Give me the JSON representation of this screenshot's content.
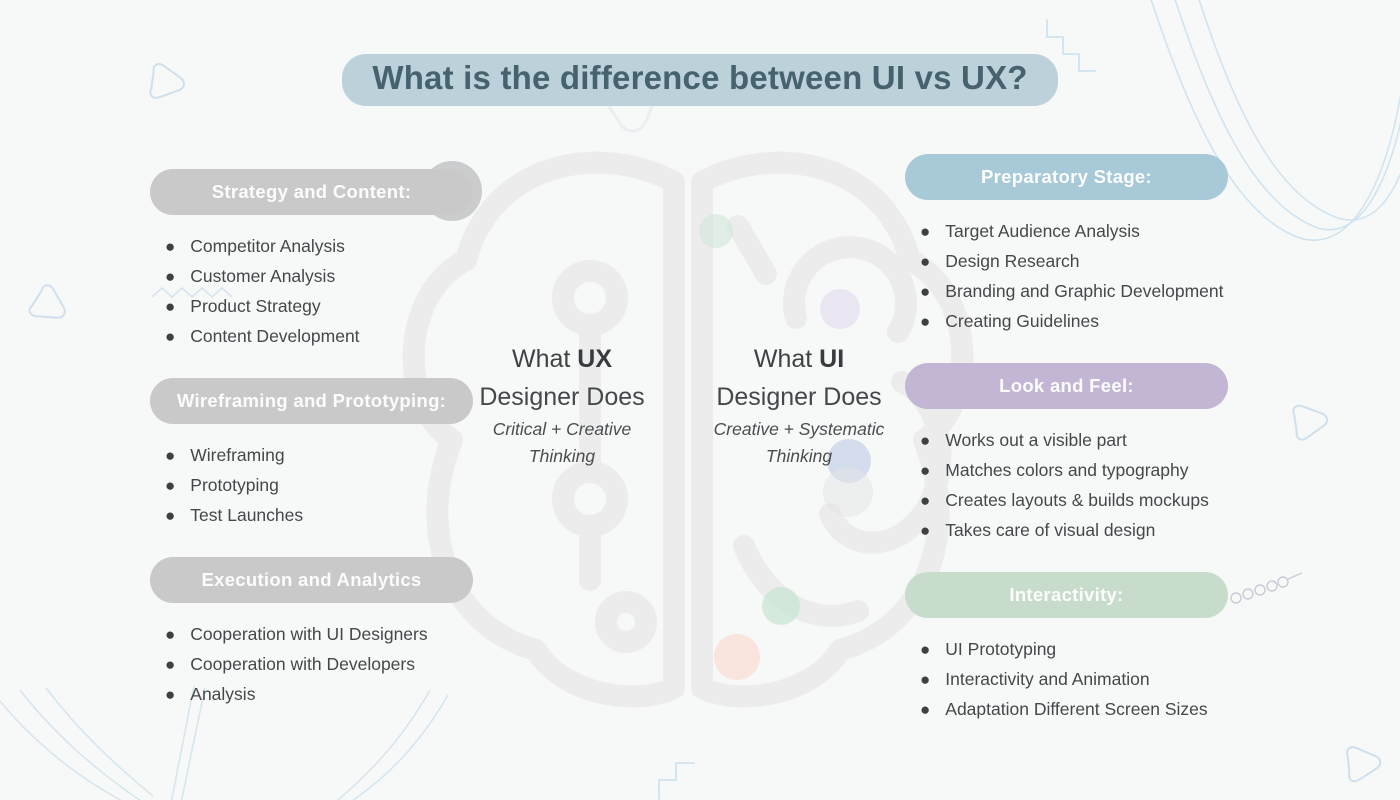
{
  "title": "What is the difference between UI vs UX?",
  "center": {
    "ux": {
      "line1_regular": "What ",
      "line1_bold": "UX",
      "line2": "Designer Does",
      "italic_line1": "Critical + Creative",
      "italic_line2": "Thinking"
    },
    "ui": {
      "line1_regular": "What ",
      "line1_bold": "UI",
      "line2": "Designer Does",
      "italic_line1": "Creative + Systematic",
      "italic_line2": "Thinking"
    }
  },
  "left_column": {
    "sections": [
      {
        "label": "Strategy and Content:",
        "color": "#c9c9ca",
        "items": [
          "Competitor Analysis",
          "Customer Analysis",
          "Product Strategy",
          "Content Development"
        ]
      },
      {
        "label": "Wireframing and Prototyping:",
        "color": "#c9c9ca",
        "items": [
          "Wireframing",
          "Prototyping",
          "Test Launches"
        ]
      },
      {
        "label": "Execution and Analytics",
        "color": "#c9c9ca",
        "items": [
          "Cooperation with UI Designers",
          "Cooperation with Developers",
          "Analysis"
        ]
      }
    ]
  },
  "right_column": {
    "sections": [
      {
        "label": "Preparatory Stage:",
        "color": "#a7c9d8",
        "items": [
          "Target Audience Analysis",
          "Design Research",
          "Branding and Graphic Development",
          "Creating Guidelines"
        ]
      },
      {
        "label": "Look and Feel:",
        "color": "#c3b5d4",
        "items": [
          "Works out a visible part",
          "Matches colors and typography",
          "Creates layouts & builds mockups",
          "Takes care of visual design"
        ]
      },
      {
        "label": "Interactivity:",
        "color": "#c8dccb",
        "items": [
          "UI Prototyping",
          "Interactivity and Animation",
          "Adaptation Different Screen Sizes"
        ]
      }
    ]
  },
  "colors": {
    "background": "#f7f8f8",
    "title_text": "#46626e",
    "title_highlight": "#bcd1da",
    "pill_text": "#fcfcfc",
    "body_text": "#45474a",
    "brain_outline": "#ececec",
    "dot_green": "#d2e7d8",
    "dot_purple": "#ded5eb",
    "dot_blue": "#c8d4eb",
    "dot_mint": "#cbe6d6",
    "dot_pink": "#f9ded7",
    "decor_line_blue": "#cfe3ef"
  }
}
